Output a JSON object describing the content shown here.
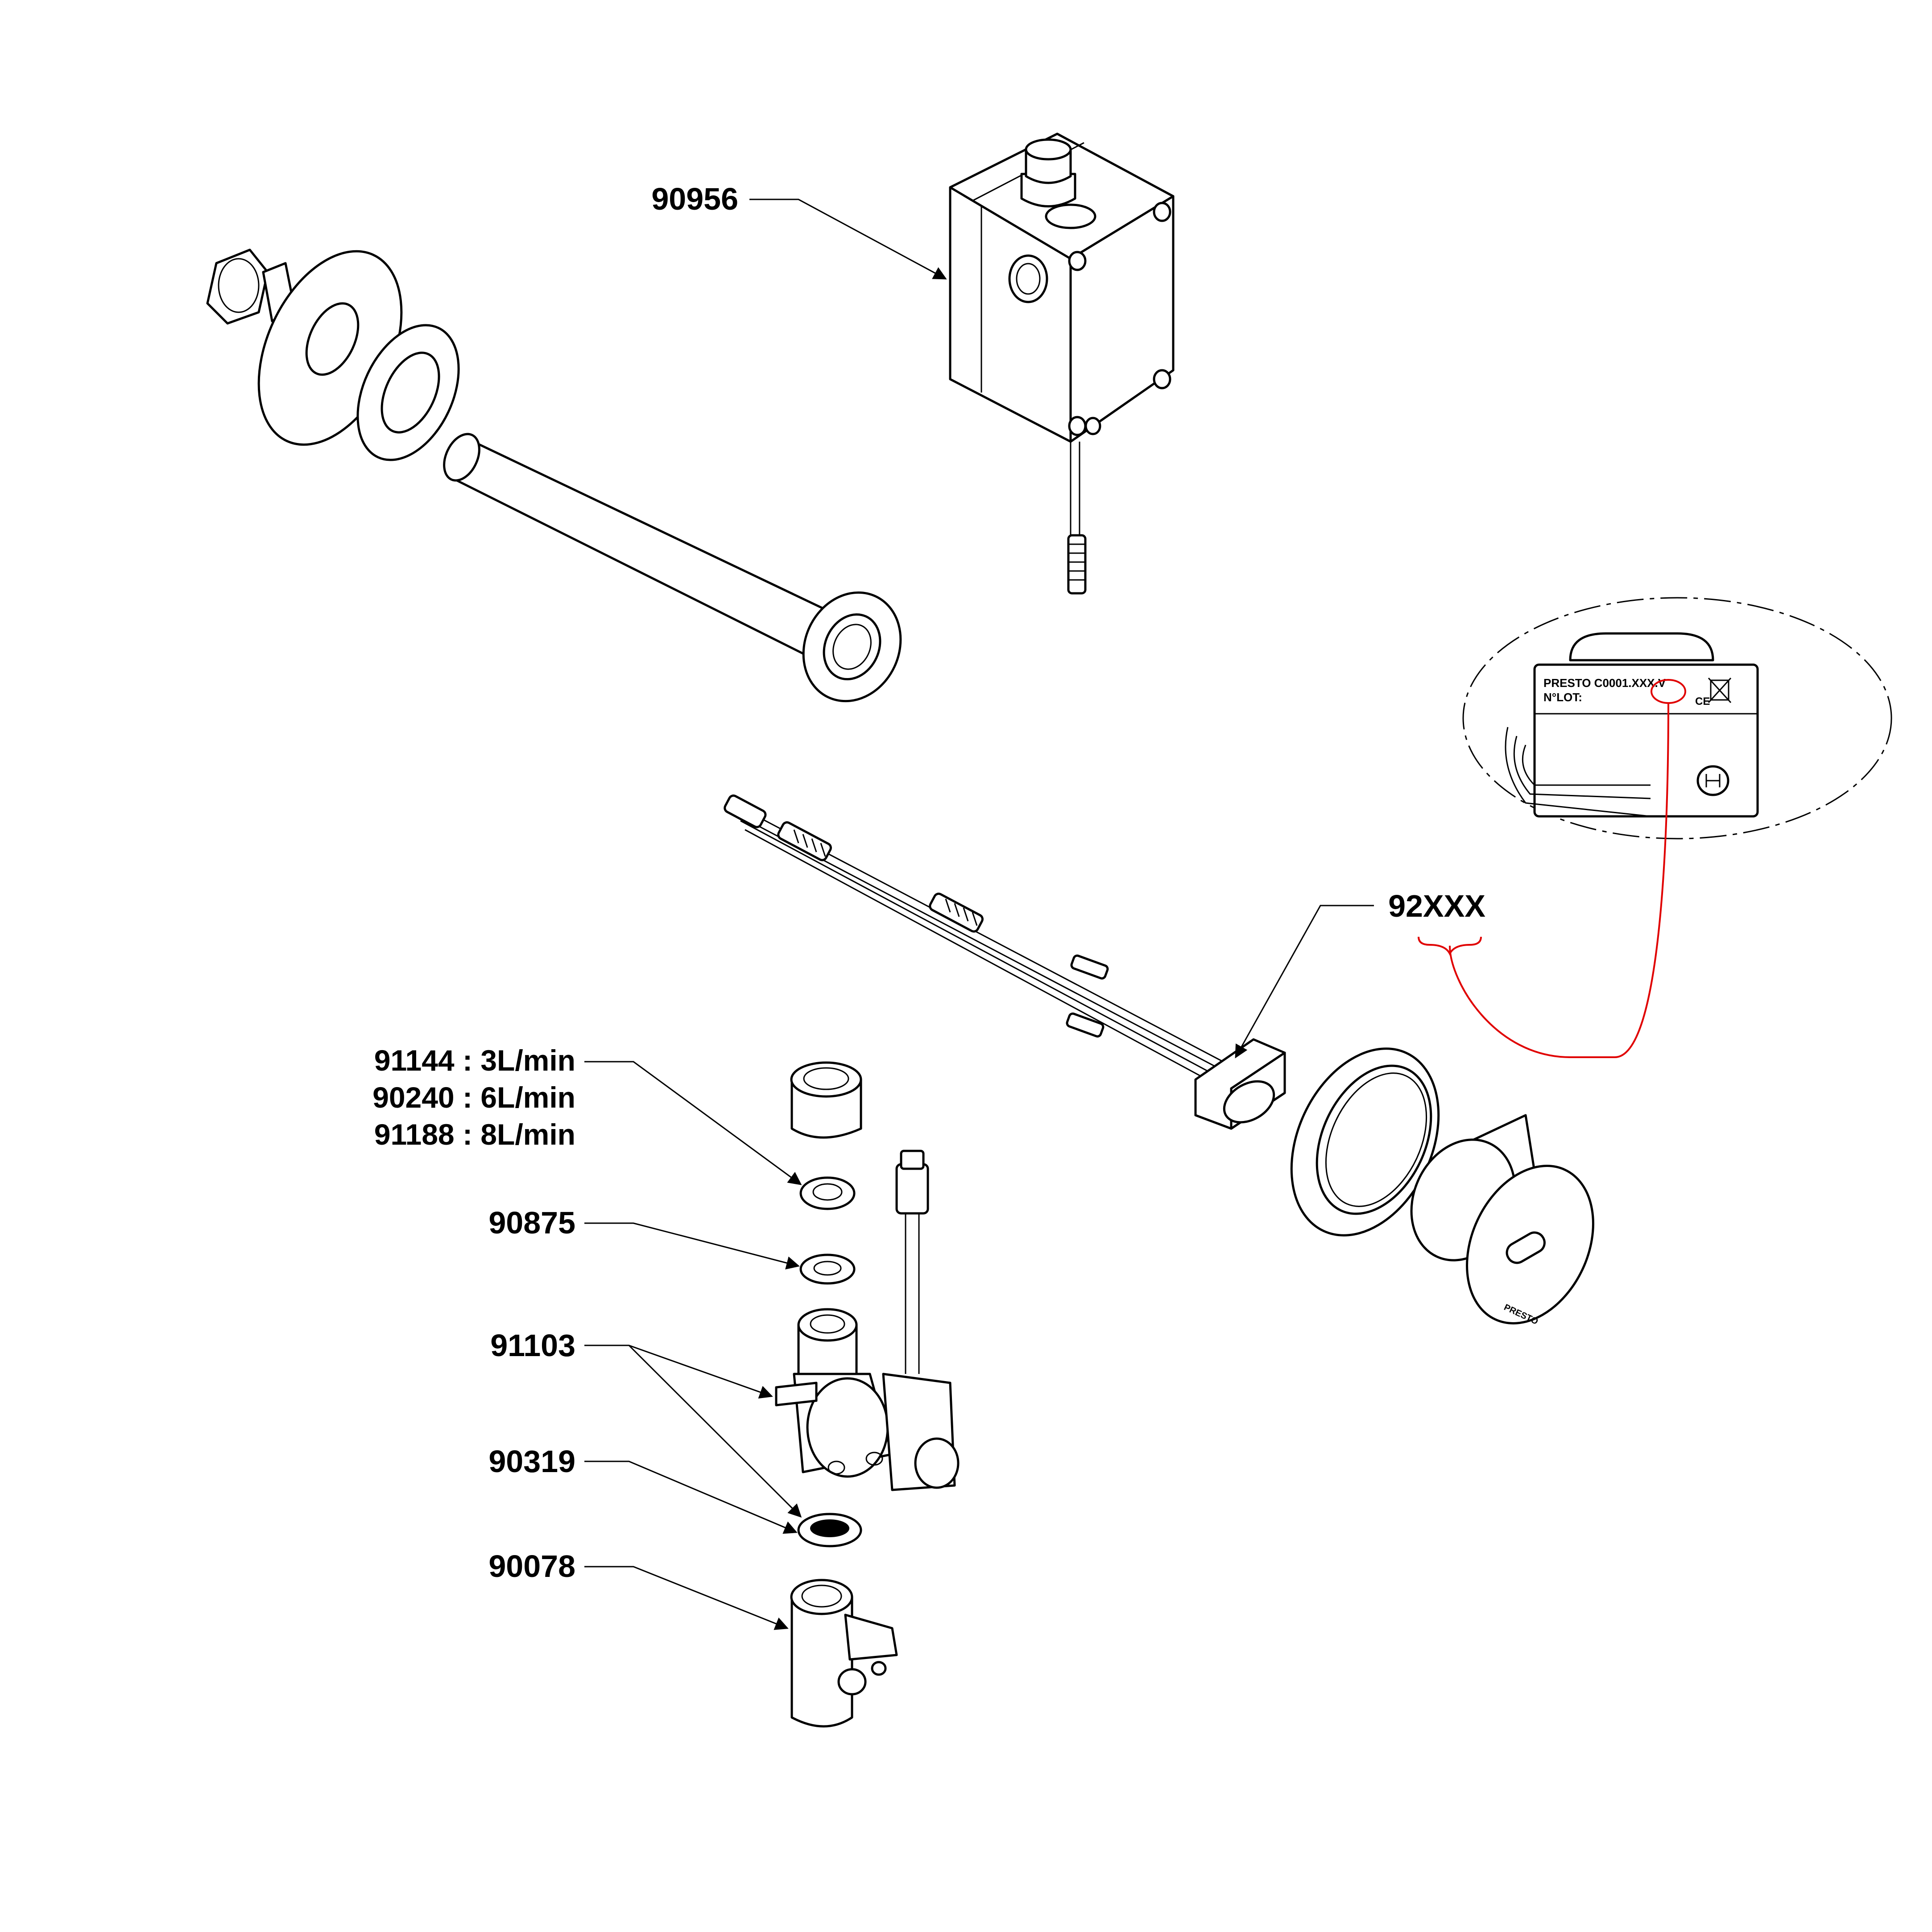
{
  "callouts": {
    "control_box": "90956",
    "electronic_module": "92XXX",
    "flow_regulator_1": "91144 : 3L/min",
    "flow_regulator_2": "90240 : 6L/min",
    "flow_regulator_3": "91188 : 8L/min",
    "seal": "90875",
    "solenoid_valve": "91103",
    "filter": "90319",
    "stop_valve": "90078"
  },
  "detail_label": {
    "line1": "PRESTO C0001.XXX.V",
    "line2": "N°LOT:",
    "ce_mark": "CE"
  },
  "push_button_brand": "PRESTO",
  "colors": {
    "line": "#000000",
    "highlight": "#e00000",
    "background": "#ffffff"
  }
}
